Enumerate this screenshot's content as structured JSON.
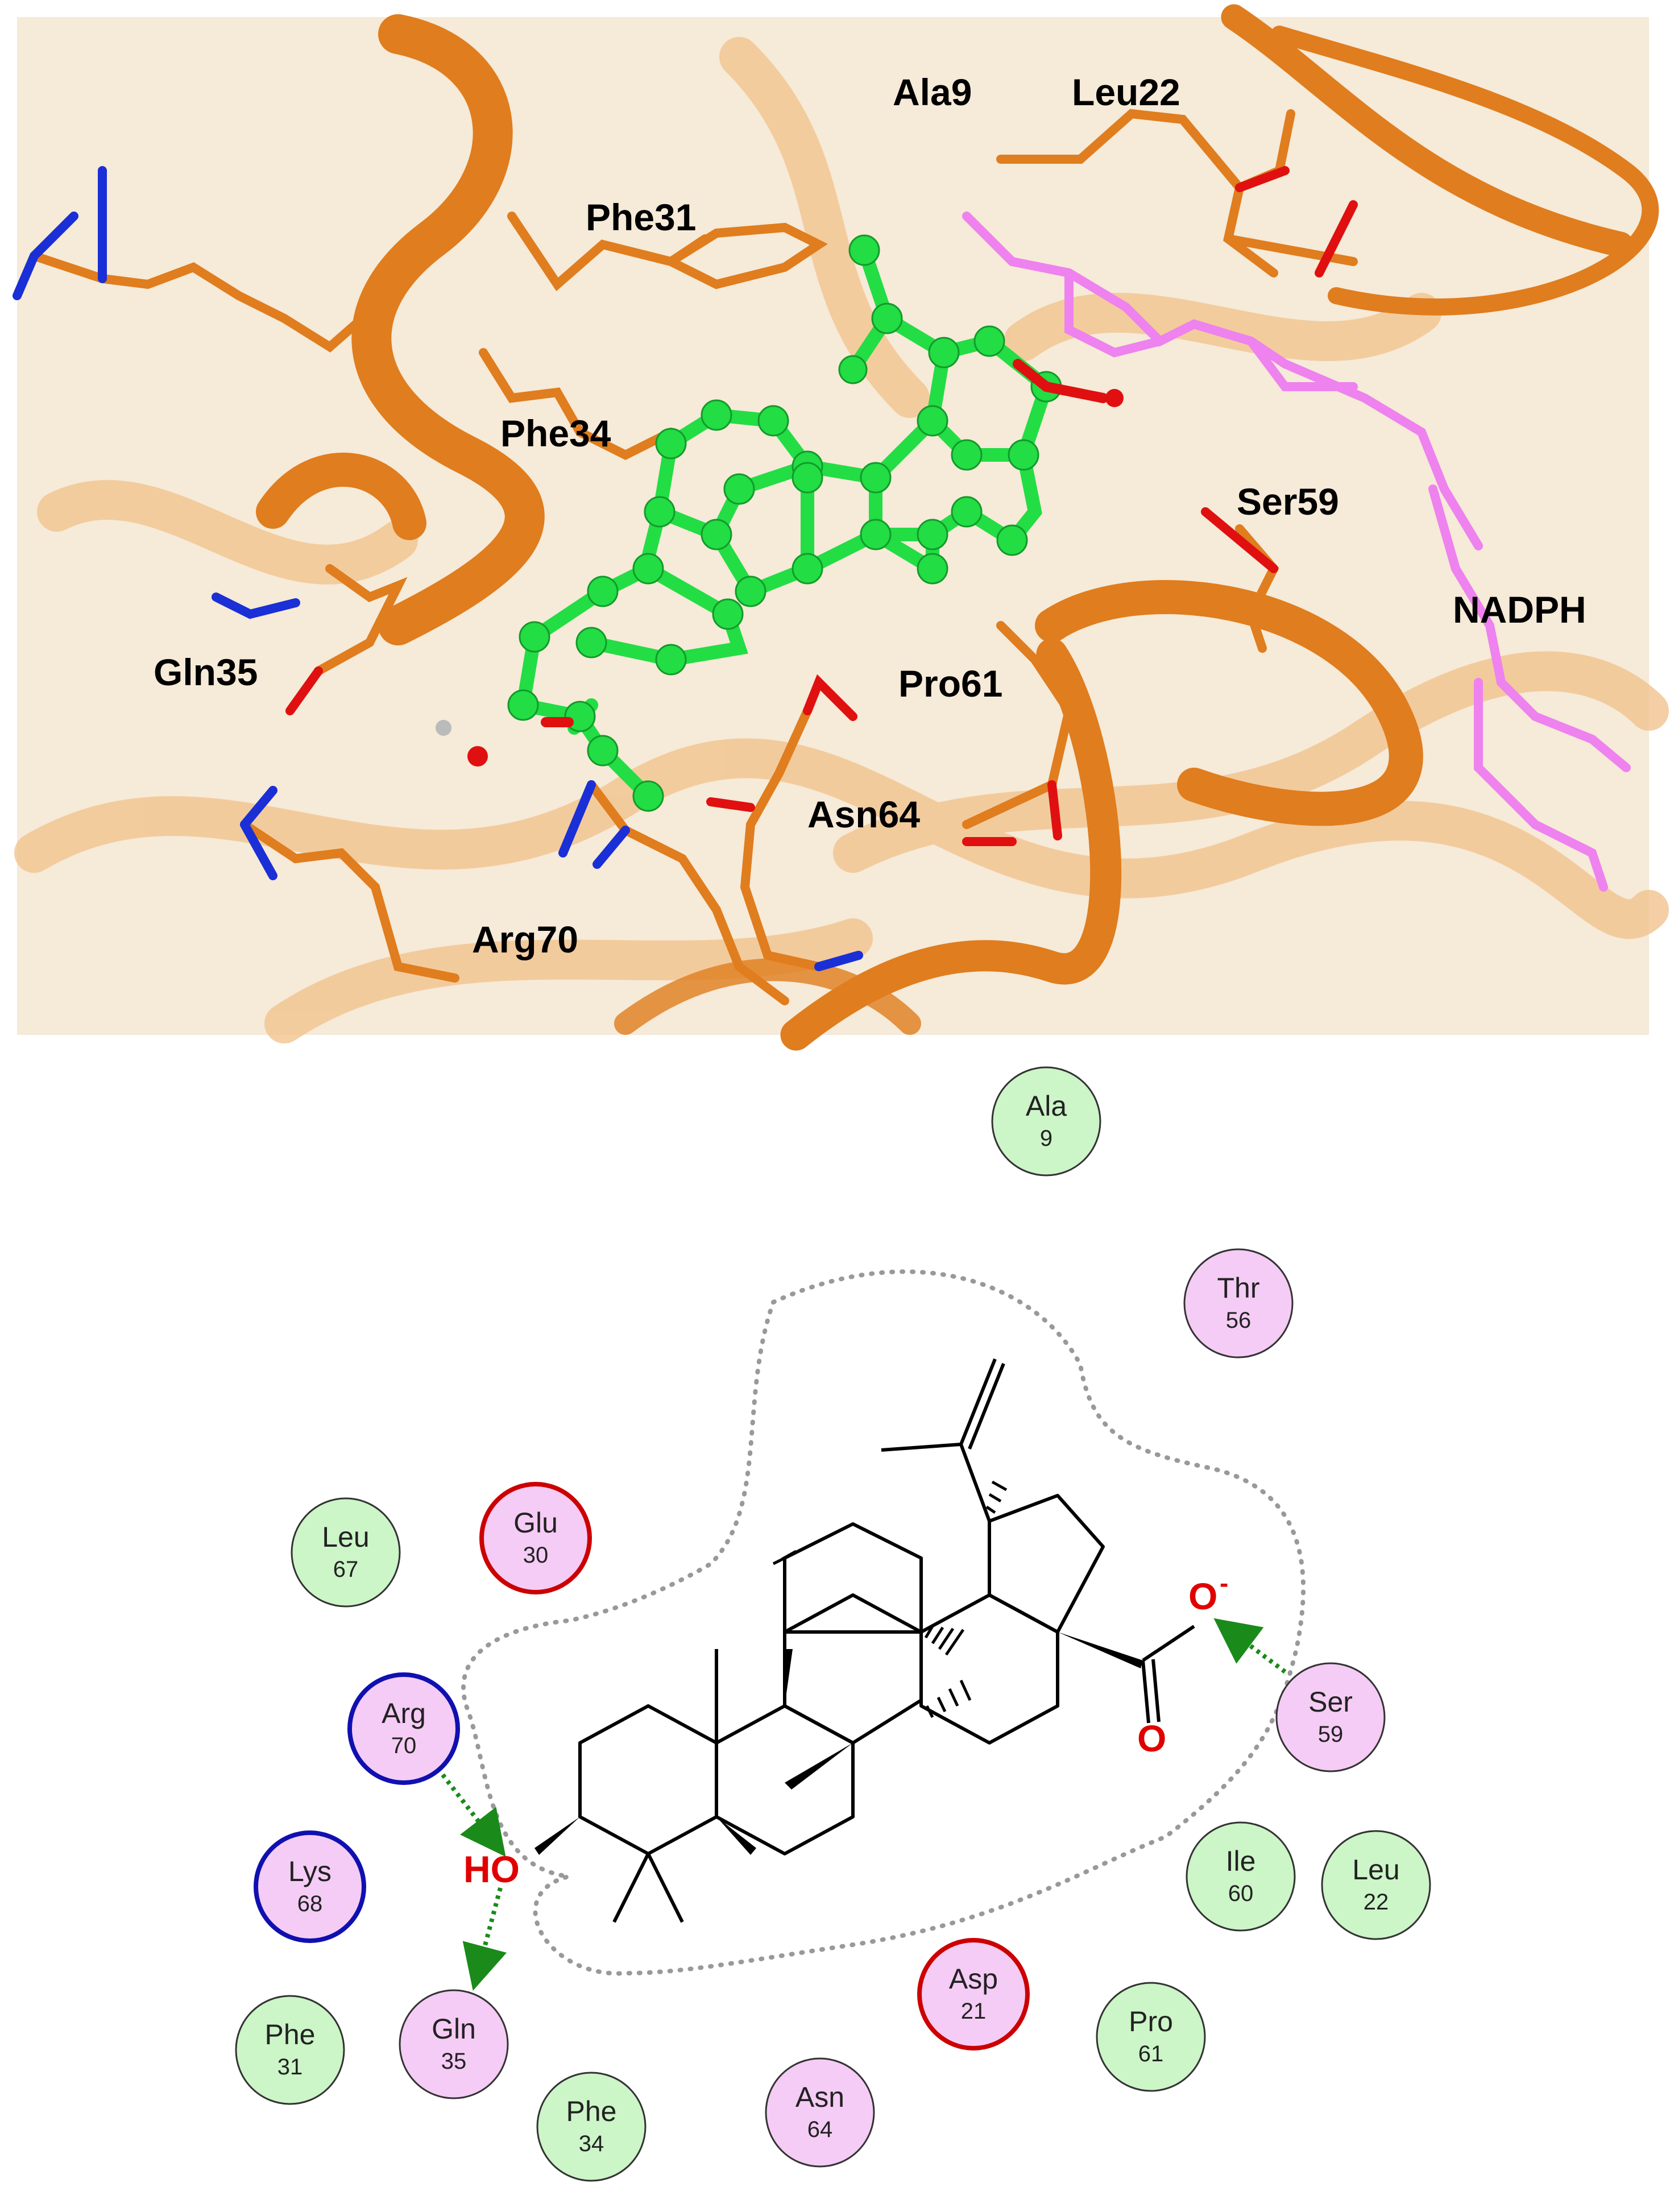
{
  "top_panel": {
    "residue_labels": [
      "Ala9",
      "Leu22",
      "Phe31",
      "Phe34",
      "Ser59",
      "NADPH",
      "Gln35",
      "Pro61",
      "Asn64",
      "Arg70"
    ]
  },
  "bottom_panel": {
    "residues": [
      {
        "name": "Ala",
        "num": "9",
        "type": "hydrophobic"
      },
      {
        "name": "Thr",
        "num": "56",
        "type": "polar"
      },
      {
        "name": "Leu",
        "num": "67",
        "type": "hydrophobic"
      },
      {
        "name": "Glu",
        "num": "30",
        "type": "negative"
      },
      {
        "name": "Arg",
        "num": "70",
        "type": "positive"
      },
      {
        "name": "Ser",
        "num": "59",
        "type": "polar"
      },
      {
        "name": "Lys",
        "num": "68",
        "type": "positive"
      },
      {
        "name": "Ile",
        "num": "60",
        "type": "hydrophobic"
      },
      {
        "name": "Leu",
        "num": "22",
        "type": "hydrophobic"
      },
      {
        "name": "Asp",
        "num": "21",
        "type": "negative"
      },
      {
        "name": "Phe",
        "num": "31",
        "type": "hydrophobic"
      },
      {
        "name": "Gln",
        "num": "35",
        "type": "polar"
      },
      {
        "name": "Pro",
        "num": "61",
        "type": "hydrophobic"
      },
      {
        "name": "Phe",
        "num": "34",
        "type": "hydrophobic"
      },
      {
        "name": "Asn",
        "num": "64",
        "type": "polar"
      }
    ],
    "atom_labels": {
      "hydroxyl": "HO",
      "carboxyl_o_top": "O",
      "carboxyl_o_charge": "-",
      "carboxyl_o_bottom": "O"
    }
  },
  "colors": {
    "protein_ribbon": "#e07d1e",
    "ligand": "#22dd44",
    "nadph": "#ee82ee",
    "nitrogen": "#1a2fd6",
    "oxygen": "#e01010",
    "hydrophobic_fill": "#ccf5c8",
    "polar_fill": "#f5ccf5",
    "charged_negative_ring": "#cc0000",
    "charged_positive_ring": "#1010b0",
    "hbond": "#1a8a1a"
  }
}
